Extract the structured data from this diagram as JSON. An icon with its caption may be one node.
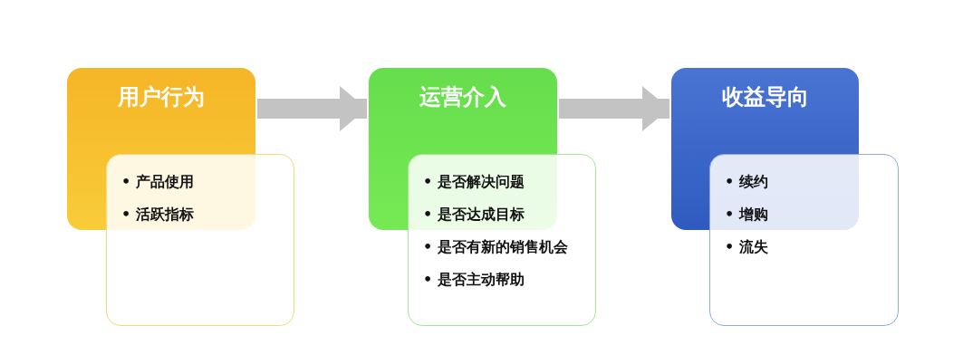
{
  "diagram": {
    "nodes": [
      {
        "text": [
          "用户行为"
        ]
      },
      {
        "text": [
          "• 产品使用",
          "• 活跃指标"
        ]
      },
      {
        "text": [
          "运营介入"
        ]
      },
      {
        "text": [
          "• 是否解决问题",
          "• 是否达成目标",
          "• 是否有新的销售机会",
          "• 是否主动帮助"
        ]
      },
      {
        "text": [
          "收益导向"
        ]
      },
      {
        "text": [
          "• 续约",
          "• 增购",
          "• 流失"
        ]
      }
    ],
    "edges": [
      {
        "from": 0,
        "to": 2,
        "arrow": "to"
      },
      {
        "from": 2,
        "to": 4,
        "arrow": "to"
      }
    ]
  }
}
